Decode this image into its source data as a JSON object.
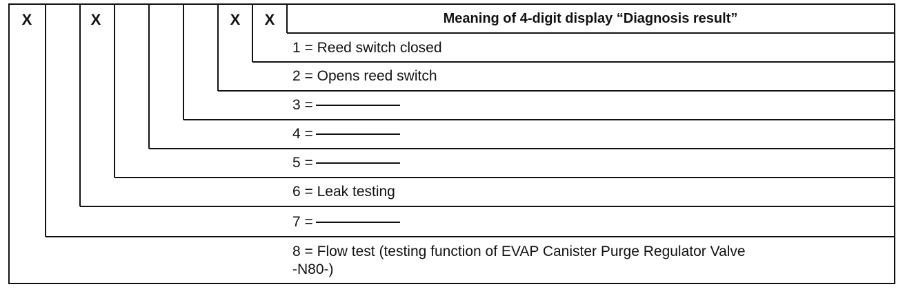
{
  "header": {
    "x_marks": [
      "X",
      "X",
      "X",
      "X"
    ],
    "title": "Meaning of 4-digit display “Diagnosis result”"
  },
  "rows": [
    {
      "label": "1 = Reed switch closed",
      "dash": false
    },
    {
      "label": "2 = Opens reed switch",
      "dash": false
    },
    {
      "label": "3 =",
      "dash": true
    },
    {
      "label": "4 =",
      "dash": true
    },
    {
      "label": "5 =",
      "dash": true
    },
    {
      "label": "6 = Leak testing",
      "dash": false
    },
    {
      "label": "7 =",
      "dash": true
    },
    {
      "label": "8 = Flow test (testing function of EVAP Canister Purge Regulator Valve",
      "dash": false
    },
    {
      "label": "-N80-)",
      "dash": false
    }
  ]
}
